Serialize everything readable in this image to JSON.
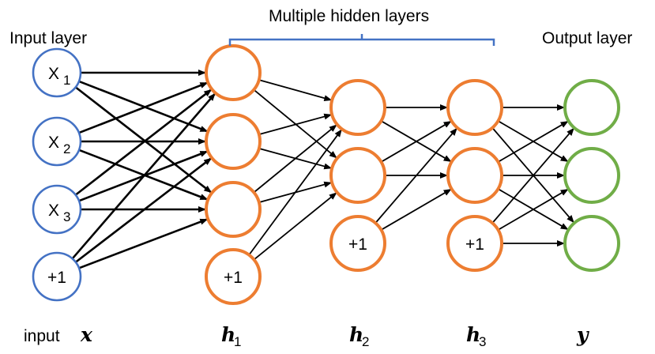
{
  "title": "Multiple hidden layers",
  "labels": {
    "input_layer": "Input layer",
    "output_layer": "Output layer",
    "hidden_bracket": "Multiple hidden layers"
  },
  "colors": {
    "input": "#4472C4",
    "hidden": "#ED7D31",
    "output": "#70AD47",
    "bracket": "#4472C4",
    "edge": "#000000"
  },
  "layers": [
    {
      "id": "input",
      "caption_text": "input",
      "caption_math": "x",
      "caption_sub": "",
      "color_key": "input",
      "nodes": [
        {
          "label": "x",
          "sub": "1"
        },
        {
          "label": "x",
          "sub": "2"
        },
        {
          "label": "x",
          "sub": "3"
        },
        {
          "label": "+1",
          "sub": "",
          "bias": true
        }
      ]
    },
    {
      "id": "h1",
      "caption_text": "",
      "caption_math": "h",
      "caption_sub": "1",
      "color_key": "hidden",
      "nodes": [
        {
          "label": ""
        },
        {
          "label": ""
        },
        {
          "label": ""
        },
        {
          "label": "+1",
          "bias": true
        }
      ]
    },
    {
      "id": "h2",
      "caption_text": "",
      "caption_math": "h",
      "caption_sub": "2",
      "color_key": "hidden",
      "nodes": [
        {
          "label": ""
        },
        {
          "label": ""
        },
        {
          "label": "+1",
          "bias": true
        }
      ]
    },
    {
      "id": "h3",
      "caption_text": "",
      "caption_math": "h",
      "caption_sub": "3",
      "color_key": "hidden",
      "nodes": [
        {
          "label": ""
        },
        {
          "label": ""
        },
        {
          "label": "+1",
          "bias": true
        }
      ]
    },
    {
      "id": "output",
      "caption_text": "",
      "caption_math": "y",
      "caption_sub": "",
      "color_key": "output",
      "nodes": [
        {
          "label": ""
        },
        {
          "label": ""
        },
        {
          "label": ""
        }
      ]
    }
  ],
  "connections": "fully connected from every node of a layer to every non-bias node of the next layer"
}
